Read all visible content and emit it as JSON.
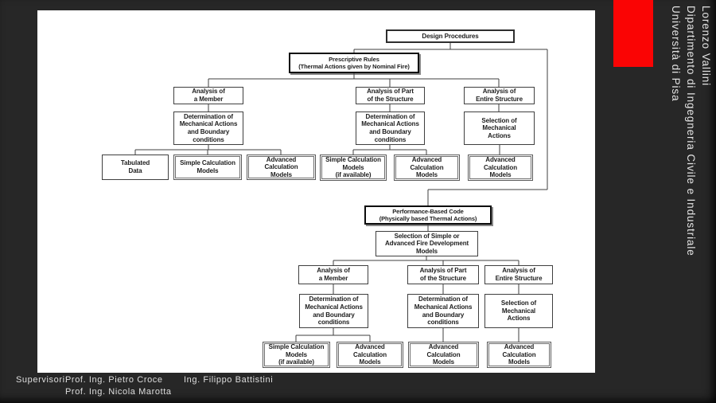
{
  "flowchart": {
    "design_procedures": "Design Procedures",
    "prescriptive_rules": "Prescriptive Rules\n(Thermal Actions given by Nominal Fire)",
    "analysis_member": "Analysis of\na Member",
    "analysis_part": "Analysis of Part\nof the Structure",
    "analysis_entire": "Analysis of\nEntire Structure",
    "determination_mech": "Determination of\nMechanical Actions\nand Boundary\nconditions",
    "selection_mech": "Selection of\nMechanical\nActions",
    "tabulated_data": "Tabulated\nData",
    "simple_calc": "Simple Calculation\nModels",
    "simple_calc_avail": "Simple Calculation\nModels\n(if available)",
    "advanced_calc": "Advanced\nCalculation\nModels",
    "performance_code": "Performance-Based Code\n(Physically based Thermal Actions)",
    "selection_fire": "Selection of Simple or\nAdvanced Fire Development\nModels"
  },
  "sidebar": {
    "author": "Lorenzo Vallini",
    "department": "Dipartimento di Ingegneria Civile e Industriale",
    "university": "Università di Pisa"
  },
  "footer": {
    "label": "Supervisori:",
    "supervisor_1": "Prof. Ing. Pietro Croce",
    "supervisor_2": "Ing. Filippo Battistini",
    "supervisor_3": "Prof. Ing. Nicola Marotta"
  },
  "colors": {
    "accent_red": "#fa0404",
    "background_dark": "#272727",
    "slide_white": "#ffffff"
  }
}
